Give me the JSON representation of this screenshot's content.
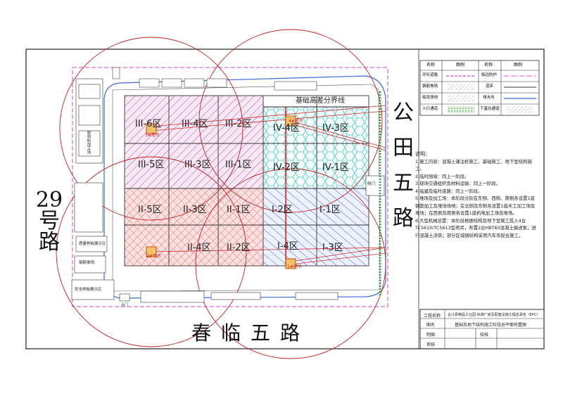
{
  "zones": [
    {
      "id": "III-6",
      "label": "III-6区"
    },
    {
      "id": "III-4",
      "label": "III-4区"
    },
    {
      "id": "III-2",
      "label": "III-2区"
    },
    {
      "id": "IV-4",
      "label": "IV-4区"
    },
    {
      "id": "IV-3",
      "label": "IV-3区"
    },
    {
      "id": "III-5",
      "label": "III-5区"
    },
    {
      "id": "III-3",
      "label": "III-3区"
    },
    {
      "id": "III-1",
      "label": "III-1区"
    },
    {
      "id": "IV-2",
      "label": "IV-2区"
    },
    {
      "id": "IV-1",
      "label": "IV-1区"
    },
    {
      "id": "II-5",
      "label": "II-5区"
    },
    {
      "id": "II-3",
      "label": "II-3区"
    },
    {
      "id": "II-1",
      "label": "II-1区"
    },
    {
      "id": "I-2",
      "label": "I-2区"
    },
    {
      "id": "I-1",
      "label": "I-1区"
    },
    {
      "id": "II-4",
      "label": "II-4区"
    },
    {
      "id": "II-2",
      "label": "II-2区"
    },
    {
      "id": "I-4",
      "label": "I-4区"
    },
    {
      "id": "I-3",
      "label": "I-3区"
    }
  ],
  "cranes": [
    "3#塔吊",
    "4#塔吊",
    "2#塔吊",
    "1#塔吊"
  ],
  "boundary_label": "基础高差分界线",
  "roads": {
    "east": [
      "公",
      "田",
      "五",
      "路"
    ],
    "west": [
      "29",
      "号",
      "路"
    ],
    "south": "春临五路"
  },
  "site_labels": {
    "material_yard": "原材料加工场",
    "display_area": "质量样板展示区",
    "rebar_yard": "钢筋堆场",
    "safety_display": "安全样板展示区",
    "gate": "大门",
    "side_gate": "侧门"
  },
  "legend": {
    "header": [
      "名称",
      "图例",
      "名称",
      "图例"
    ],
    "rows": [
      [
        "环形道路",
        "",
        "临边防护",
        ""
      ],
      [
        "钢筋堆场",
        "",
        "道床",
        ""
      ],
      [
        "临设场地",
        "",
        "排水沟",
        ""
      ],
      [
        "人行通道",
        "",
        "下基坑通道",
        ""
      ]
    ]
  },
  "notes": {
    "title": "说明：",
    "items": [
      "1.施工内容：混凝土灌注桩施工、基础施工、地下室结构施工。",
      "2.临时围墙：同上一阶段。",
      "3.现场交通组织及材料运输：同上一阶段。",
      "4.临建及临时道路：同上一阶段。",
      "5.堆场及加工场：本阶段分别在东侧、西侧、南侧各设置1座钢筋加工及堆场场地；在北侧及东侧各设置1座木工加工场及堆场；在西侧及南侧各设置1座机电加工场及堆场。",
      "6.大型机械设置：本阶段根据结构及地下室施工投入4台TC5610/TC5613型塔吊，布置2台HBT60混凝土输送泵，进行混凝土浇筑；部分区域钢结构采用汽车吊配合施工。"
    ]
  },
  "title_block": {
    "project_label": "工程名称",
    "project_name": "合江县精品工业园-标准厂房及配套设施工程总承包（EPC）",
    "drawing_label": "图名",
    "drawing_name": "基础及地下结构施工阶段总平面布置图",
    "drawn_label": "制图",
    "check_label": "校核",
    "review_label": "审核"
  }
}
